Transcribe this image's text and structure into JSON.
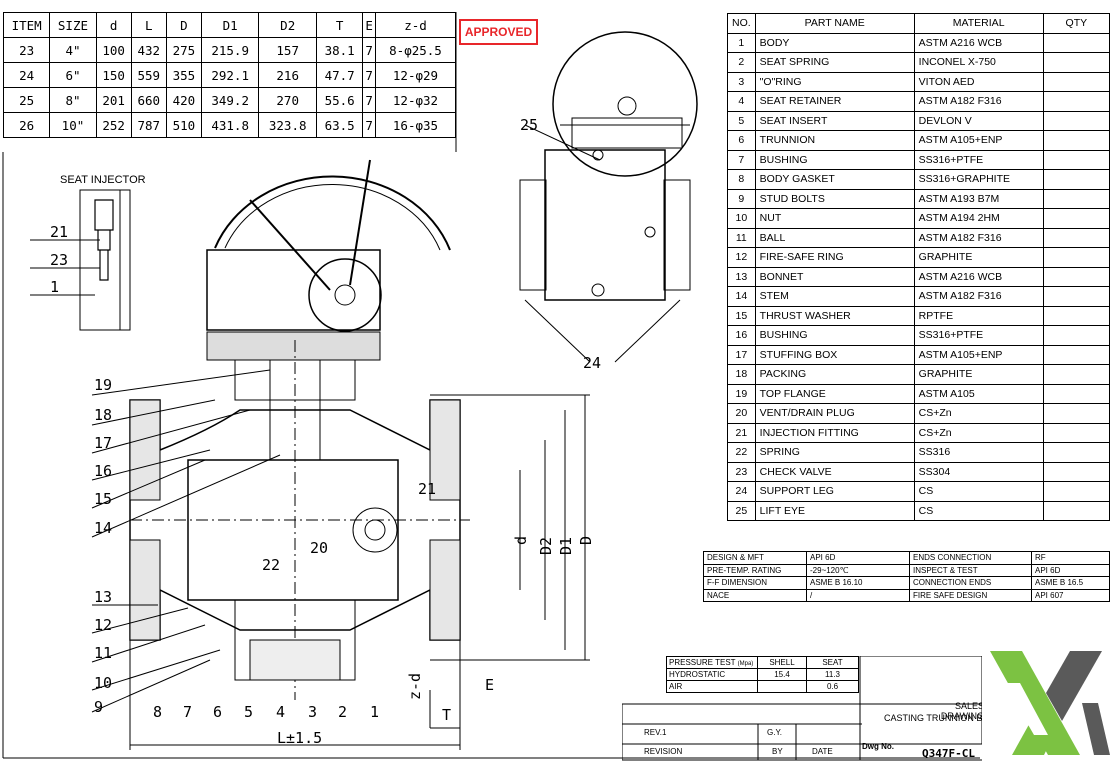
{
  "dimension_table": {
    "headers": [
      "ITEM",
      "SIZE",
      "d",
      "L",
      "D",
      "D1",
      "D2",
      "T",
      "E",
      "z-d"
    ],
    "rows": [
      [
        "23",
        "4\"",
        "100",
        "432",
        "275",
        "215.9",
        "157",
        "38.1",
        "7",
        "8-φ25.5"
      ],
      [
        "24",
        "6\"",
        "150",
        "559",
        "355",
        "292.1",
        "216",
        "47.7",
        "7",
        "12-φ29"
      ],
      [
        "25",
        "8\"",
        "201",
        "660",
        "420",
        "349.2",
        "270",
        "55.6",
        "7",
        "12-φ32"
      ],
      [
        "26",
        "10\"",
        "252",
        "787",
        "510",
        "431.8",
        "323.8",
        "63.5",
        "7",
        "16-φ35"
      ]
    ]
  },
  "stamp": "APPROVED",
  "parts_table": {
    "headers": [
      "NO.",
      "PART NAME",
      "MATERIAL",
      "QTY"
    ],
    "rows": [
      [
        "1",
        "BODY",
        "ASTM A216 WCB"
      ],
      [
        "2",
        "SEAT SPRING",
        "INCONEL X-750"
      ],
      [
        "3",
        "\"O\"RING",
        "VITON AED"
      ],
      [
        "4",
        "SEAT RETAINER",
        "ASTM A182 F316"
      ],
      [
        "5",
        "SEAT INSERT",
        "DEVLON V"
      ],
      [
        "6",
        "TRUNNION",
        "ASTM A105+ENP"
      ],
      [
        "7",
        "BUSHING",
        "SS316+PTFE"
      ],
      [
        "8",
        "BODY GASKET",
        "SS316+GRAPHITE"
      ],
      [
        "9",
        "STUD BOLTS",
        "ASTM A193 B7M"
      ],
      [
        "10",
        "NUT",
        "ASTM A194 2HM"
      ],
      [
        "11",
        "BALL",
        "ASTM A182 F316"
      ],
      [
        "12",
        "FIRE-SAFE RING",
        "GRAPHITE"
      ],
      [
        "13",
        "BONNET",
        "ASTM A216 WCB"
      ],
      [
        "14",
        "STEM",
        "ASTM A182 F316"
      ],
      [
        "15",
        "THRUST WASHER",
        "RPTFE"
      ],
      [
        "16",
        "BUSHING",
        "SS316+PTFE"
      ],
      [
        "17",
        "STUFFING BOX",
        "ASTM A105+ENP"
      ],
      [
        "18",
        "PACKING",
        "GRAPHITE"
      ],
      [
        "19",
        "TOP FLANGE",
        "ASTM A105"
      ],
      [
        "20",
        "VENT/DRAIN PLUG",
        "CS+Zn"
      ],
      [
        "21",
        "INJECTION FITTING",
        "CS+Zn"
      ],
      [
        "22",
        "SPRING",
        "SS316"
      ],
      [
        "23",
        "CHECK VALVE",
        "SS304"
      ],
      [
        "24",
        "SUPPORT LEG",
        "CS"
      ],
      [
        "25",
        "LIFT EYE",
        "CS"
      ]
    ]
  },
  "spec_table": {
    "rows": [
      [
        "DESIGN & MFT",
        "API 6D",
        "ENDS CONNECTION",
        "RF"
      ],
      [
        "PRE-TEMP. RATING",
        "-29~120℃",
        "INSPECT & TEST",
        "API 6D"
      ],
      [
        "F-F DIMENSION",
        "ASME B 16.10",
        "CONNECTION ENDS",
        "ASME B 16.5"
      ],
      [
        "NACE",
        "/",
        "FIRE SAFE DESIGN",
        "API 607"
      ]
    ]
  },
  "pressure_table": {
    "title": "PRESSURE TEST",
    "unit": "(Mpa)",
    "shell": "SHELL",
    "seat": "SEAT",
    "hydro_label": "HYDROSTATIC",
    "hydro_shell": "15.4",
    "hydro_seat": "11.3",
    "air_label": "AIR",
    "air_seat": "0.6"
  },
  "title_block": {
    "rev": "REV.1",
    "gy": "G.Y.",
    "revision": "REVISION",
    "by": "BY",
    "date": "DATE",
    "dwg_label": "Dwg No.",
    "dwg_no": "Q347F-CL",
    "title1": "SALES DRAWING",
    "title2": "CASTING TRUNNION BALL"
  },
  "drawing": {
    "seat_injector": "SEAT INJECTOR",
    "inj_labels": [
      "21",
      "23",
      "1"
    ],
    "left_labels": [
      "19",
      "18",
      "17",
      "16",
      "15",
      "14",
      "13",
      "12",
      "11",
      "10",
      "9"
    ],
    "bottom_labels": [
      "8",
      "7",
      "6",
      "5",
      "4",
      "3",
      "2",
      "1"
    ],
    "mid_labels": [
      "20",
      "22",
      "21"
    ],
    "side_labels": [
      "25",
      "24"
    ],
    "dims": [
      "d",
      "D2",
      "D1",
      "D",
      "z-d",
      "E",
      "T",
      "L±1.5"
    ]
  },
  "colors": {
    "stamp": "#e8262a",
    "logo_green": "#7cc242",
    "logo_grey": "#5a5a5a"
  }
}
